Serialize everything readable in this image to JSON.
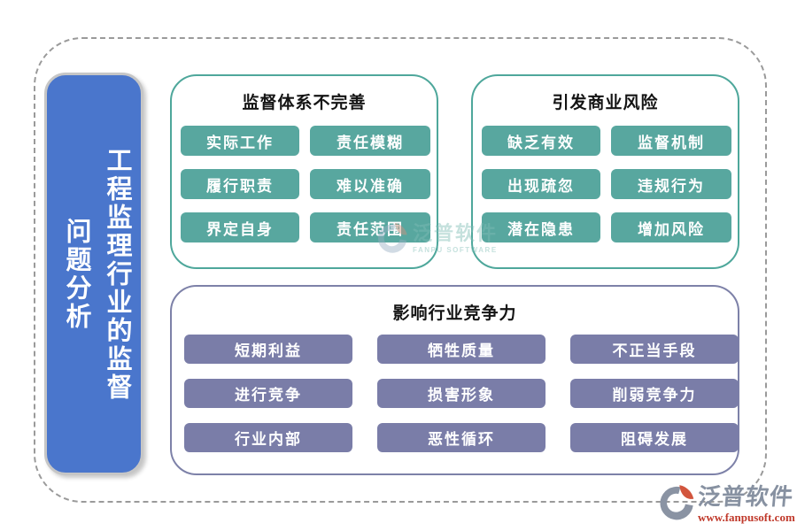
{
  "left_panel": {
    "line1": "工程监理行业的监督",
    "line2": "问题分析"
  },
  "groups": {
    "supervision": {
      "title": "监督体系不完善",
      "items": [
        "实际工作",
        "责任模糊",
        "履行职责",
        "难以准确",
        "界定自身",
        "责任范围"
      ]
    },
    "risk": {
      "title": "引发商业风险",
      "items": [
        "缺乏有效",
        "监督机制",
        "出现疏忽",
        "违规行为",
        "潜在隐患",
        "增加风险"
      ]
    },
    "competition": {
      "title": "影响行业竞争力",
      "items": [
        "短期利益",
        "牺牲质量",
        "不正当手段",
        "进行竞争",
        "损害形象",
        "削弱竞争力",
        "行业内部",
        "恶性循环",
        "阻碍发展"
      ]
    }
  },
  "watermark": {
    "brand": "泛普软件",
    "sub": "FANPU SOFTWARE"
  },
  "footer": {
    "brand": "泛普软件",
    "url": "www.fanpusoft.com"
  },
  "colors": {
    "bar_blue": "#4a76cc",
    "node_teal": "#58a79f",
    "teal_border": "#4ea79b",
    "node_purple": "#7a7da8",
    "purple_border": "#7d81a8",
    "dash_gray": "#9a9a9a",
    "brand_gray": "#8791a1",
    "url_red": "#c0392b"
  }
}
